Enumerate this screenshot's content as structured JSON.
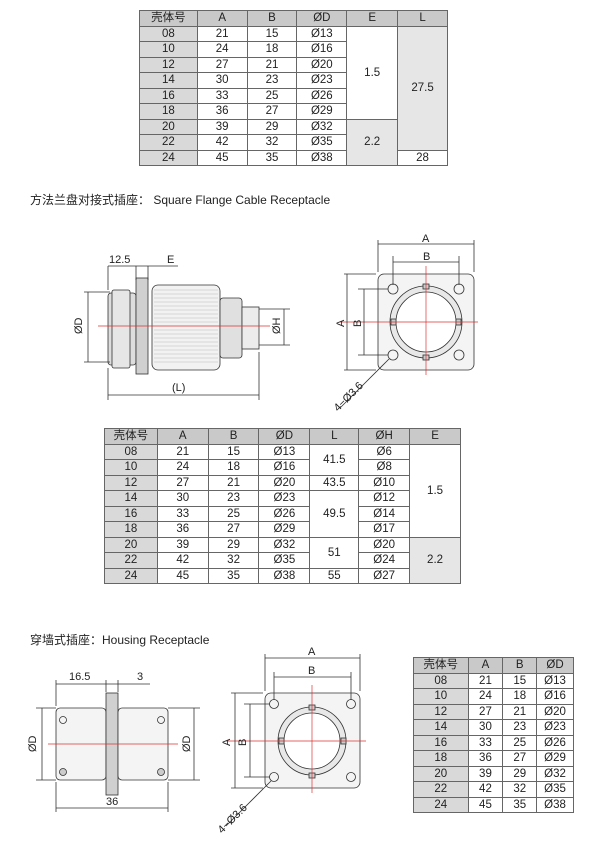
{
  "table1": {
    "headers": [
      "壳体号",
      "A",
      "B",
      "ØD",
      "E",
      "L"
    ],
    "rows": [
      [
        "08",
        "21",
        "15",
        "Ø13"
      ],
      [
        "10",
        "24",
        "18",
        "Ø16"
      ],
      [
        "12",
        "27",
        "21",
        "Ø20"
      ],
      [
        "14",
        "30",
        "23",
        "Ø23"
      ],
      [
        "16",
        "33",
        "25",
        "Ø26"
      ],
      [
        "18",
        "36",
        "27",
        "Ø29"
      ],
      [
        "20",
        "39",
        "29",
        "Ø32"
      ],
      [
        "22",
        "42",
        "32",
        "Ø35"
      ],
      [
        "24",
        "45",
        "35",
        "Ø38"
      ]
    ],
    "e_values": [
      "1.5",
      "2.2"
    ],
    "l_values": [
      "27.5",
      "28"
    ]
  },
  "section2": {
    "heading": "方法兰盘对接式插座： Square Flange Cable Receptacle",
    "dims": {
      "d125": "12.5",
      "e": "E",
      "od": "ØD",
      "oh": "ØH",
      "l": "(L)",
      "a": "A",
      "b": "B",
      "holes": "4−Ø3.6"
    }
  },
  "table2": {
    "headers": [
      "壳体号",
      "A",
      "B",
      "ØD",
      "L",
      "ØH",
      "E"
    ],
    "rows": [
      [
        "08",
        "21",
        "15",
        "Ø13",
        "Ø6"
      ],
      [
        "10",
        "24",
        "18",
        "Ø16",
        "Ø8"
      ],
      [
        "12",
        "27",
        "21",
        "Ø20",
        "Ø10"
      ],
      [
        "14",
        "30",
        "23",
        "Ø23",
        "Ø12"
      ],
      [
        "16",
        "33",
        "25",
        "Ø26",
        "Ø14"
      ],
      [
        "18",
        "36",
        "27",
        "Ø29",
        "Ø17"
      ],
      [
        "20",
        "39",
        "29",
        "Ø32",
        "Ø20"
      ],
      [
        "22",
        "42",
        "32",
        "Ø35",
        "Ø24"
      ],
      [
        "24",
        "45",
        "35",
        "Ø38",
        "Ø27"
      ]
    ],
    "l_values": [
      "41.5",
      "43.5",
      "49.5",
      "51",
      "55"
    ],
    "e_values": [
      "1.5",
      "2.2"
    ]
  },
  "section3": {
    "heading": "穿墙式插座：Housing Receptacle",
    "dims": {
      "d165": "16.5",
      "d3": "3",
      "od": "ØD",
      "d36": "36",
      "a": "A",
      "b": "B",
      "holes": "4−Ø3.6"
    }
  },
  "table3": {
    "headers": [
      "壳体号",
      "A",
      "B",
      "ØD"
    ],
    "rows": [
      [
        "08",
        "21",
        "15",
        "Ø13"
      ],
      [
        "10",
        "24",
        "18",
        "Ø16"
      ],
      [
        "12",
        "27",
        "21",
        "Ø20"
      ],
      [
        "14",
        "30",
        "23",
        "Ø23"
      ],
      [
        "16",
        "33",
        "25",
        "Ø26"
      ],
      [
        "18",
        "36",
        "27",
        "Ø29"
      ],
      [
        "20",
        "39",
        "29",
        "Ø32"
      ],
      [
        "22",
        "42",
        "32",
        "Ø35"
      ],
      [
        "24",
        "45",
        "35",
        "Ø38"
      ]
    ]
  }
}
